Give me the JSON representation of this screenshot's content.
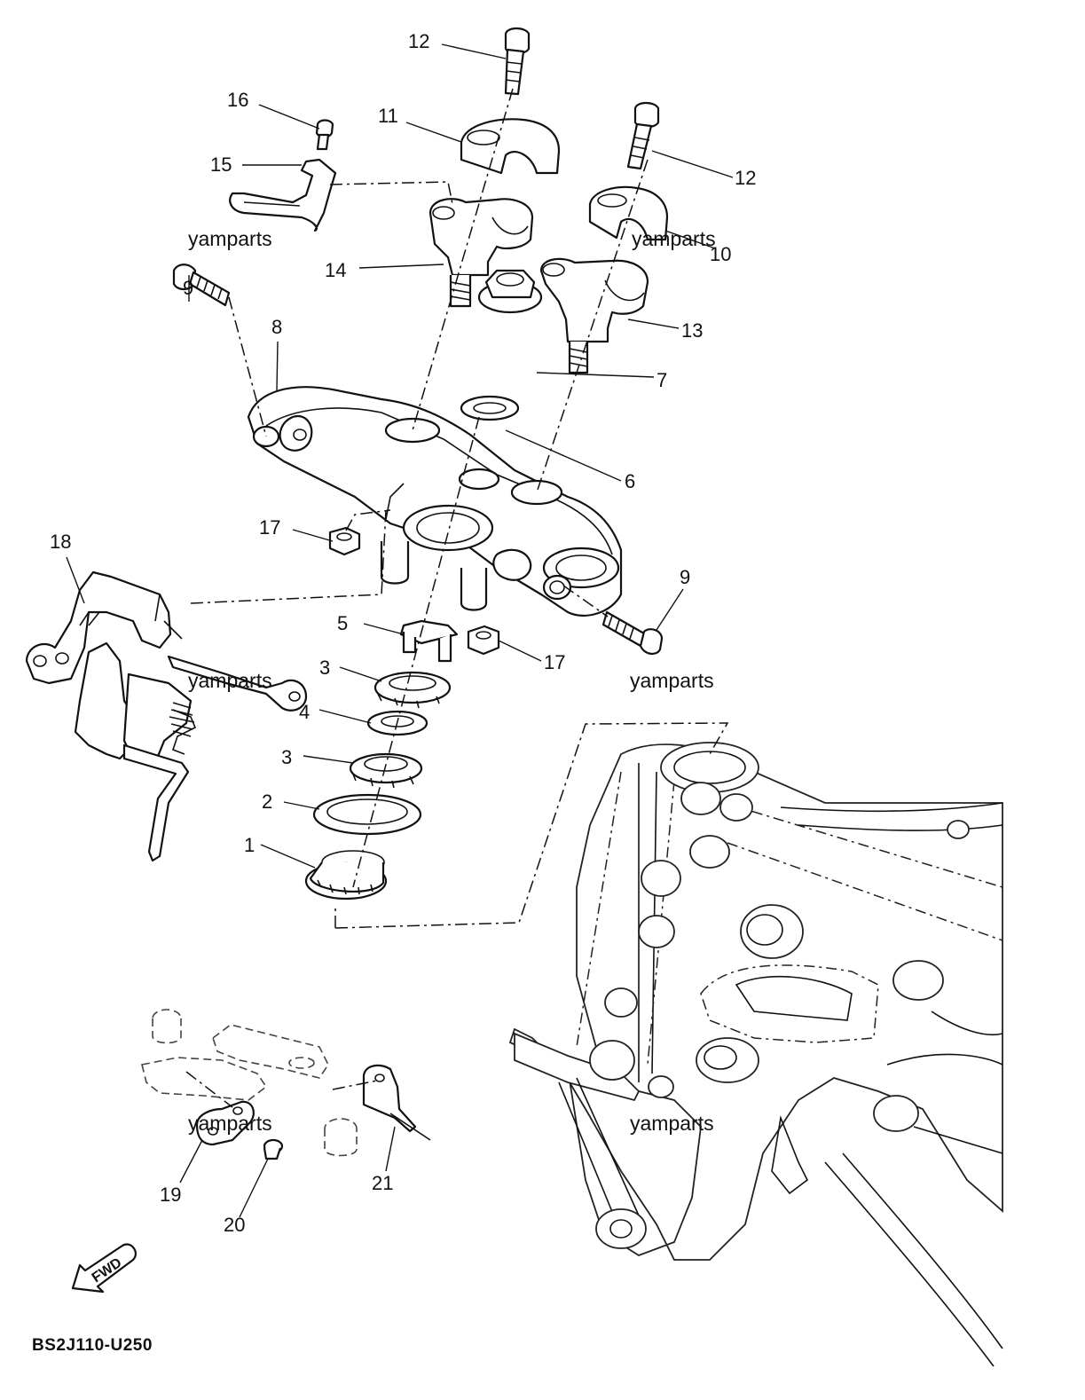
{
  "diagram": {
    "code": "BS2J110-U250",
    "fwd_badge": "FWD",
    "watermark": "yamparts",
    "callouts": [
      "12",
      "11",
      "16",
      "15",
      "12",
      "10",
      "14",
      "13",
      "9",
      "8",
      "7",
      "6",
      "17",
      "18",
      "9",
      "5",
      "17",
      "3",
      "4",
      "3",
      "2",
      "1",
      "19",
      "20",
      "21"
    ]
  }
}
